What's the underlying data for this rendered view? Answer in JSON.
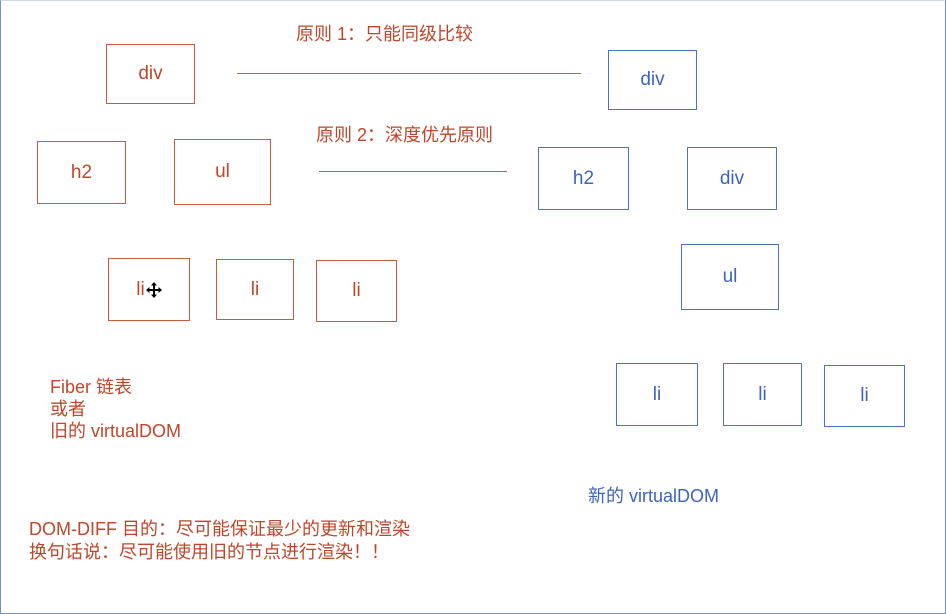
{
  "rules": {
    "rule1": "原则 1：只能同级比较",
    "rule2": "原则 2：深度优先原则"
  },
  "old_tree": {
    "root": "div",
    "level2": [
      "h2",
      "ul"
    ],
    "level3": [
      "li",
      "li",
      "li"
    ],
    "caption_lines": [
      "Fiber 链表",
      "或者",
      "旧的 virtualDOM"
    ]
  },
  "new_tree": {
    "root": "div",
    "level2": [
      "h2",
      "div"
    ],
    "level3": [
      "ul"
    ],
    "level4": [
      "li",
      "li",
      "li"
    ],
    "caption": "新的 virtualDOM"
  },
  "footer": {
    "line1": "DOM-DIFF 目的：尽可能保证最少的更新和渲染",
    "line2": "换句话说：尽可能使用旧的节点进行渲染！！"
  },
  "colors": {
    "old": "#c0462a",
    "new": "#3d63c0"
  },
  "icons": {
    "cursor": "move-cursor-icon"
  }
}
